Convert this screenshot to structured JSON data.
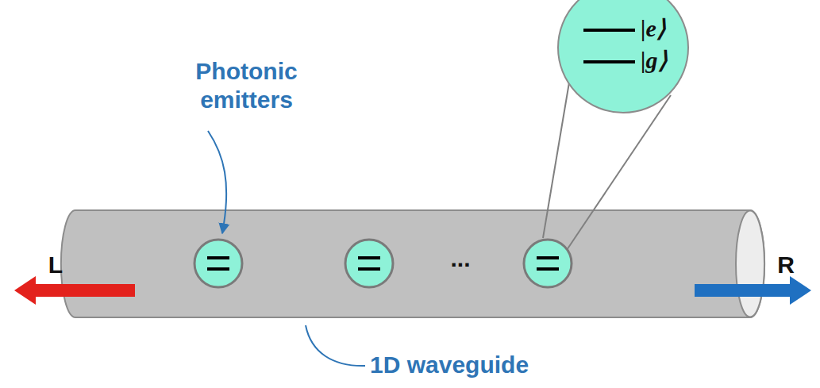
{
  "diagram": {
    "nodes": [
      {
        "text": [
          "|e⟩",
          "|g⟩"
        ]
      }
    ],
    "labels": [
      "Photonic emitters",
      "L",
      "...",
      "R",
      "1D waveguide"
    ]
  }
}
